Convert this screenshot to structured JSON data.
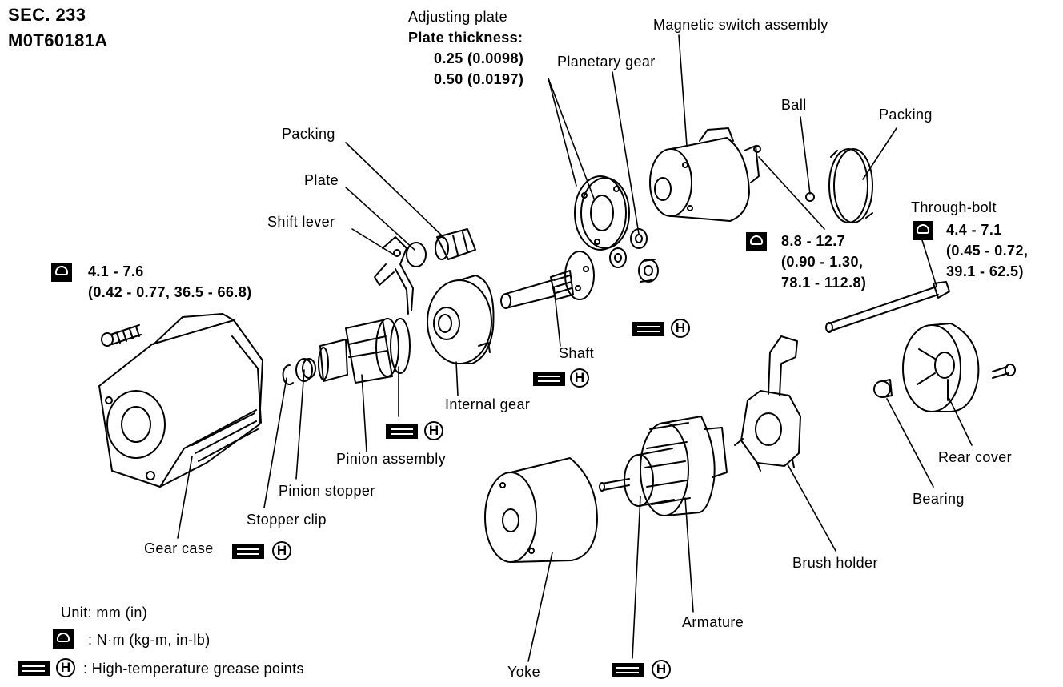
{
  "header": {
    "section": "SEC. 233",
    "code": "M0T60181A"
  },
  "adjusting_plate": {
    "title": "Adjusting plate",
    "thickness_label": "Plate thickness:",
    "thickness_1": "0.25 (0.0098)",
    "thickness_2": "0.50 (0.0197)"
  },
  "parts": {
    "planetary_gear": "Planetary gear",
    "magnetic_switch": "Magnetic switch assembly",
    "ball": "Ball",
    "packing_right": "Packing",
    "packing_left": "Packing",
    "plate": "Plate",
    "shift_lever": "Shift lever",
    "through_bolt": "Through-bolt",
    "shaft": "Shaft",
    "internal_gear": "Internal gear",
    "pinion_assembly": "Pinion assembly",
    "pinion_stopper": "Pinion stopper",
    "stopper_clip": "Stopper clip",
    "gear_case": "Gear case",
    "yoke": "Yoke",
    "armature": "Armature",
    "brush_holder": "Brush holder",
    "bearing": "Bearing",
    "rear_cover": "Rear cover"
  },
  "torques": {
    "gear_case_bolt": {
      "line1": "4.1 - 7.6",
      "line2": "(0.42 - 0.77, 36.5 - 66.8)"
    },
    "magnetic_switch": {
      "line1": "8.8 - 12.7",
      "line2": "(0.90 - 1.30,",
      "line3": "78.1 - 112.8)"
    },
    "through_bolt": {
      "line1": "4.4 - 7.1",
      "line2": "(0.45 - 0.72,",
      "line3": "39.1 - 62.5)"
    }
  },
  "grease_symbol_letter": "H",
  "legend": {
    "unit": "Unit: mm (in)",
    "torque_units": ": N·m (kg-m, in-lb)",
    "grease_desc": ": High-temperature grease points"
  }
}
